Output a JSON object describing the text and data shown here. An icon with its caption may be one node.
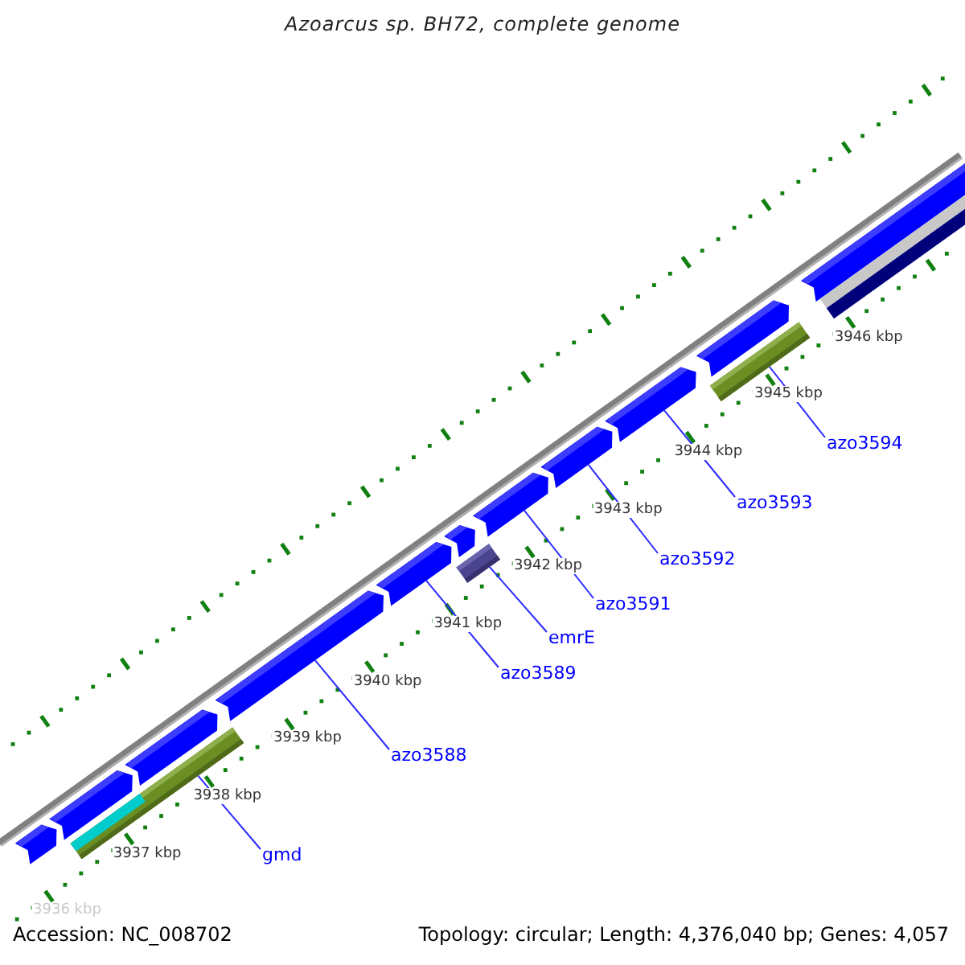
{
  "diagram": {
    "title": "Azoarcus sp. BH72, complete genome",
    "nodes": [
      {
        "text": [
          "gmd"
        ]
      },
      {
        "text": [
          "azo3588"
        ]
      },
      {
        "text": [
          "azo3589"
        ]
      },
      {
        "text": [
          "emrE"
        ]
      },
      {
        "text": [
          "azo3591"
        ]
      },
      {
        "text": [
          "azo3592"
        ]
      },
      {
        "text": [
          "azo3593"
        ]
      },
      {
        "text": [
          "azo3594"
        ]
      },
      {
        "text": [],
        "shape": "bar"
      },
      {
        "text": [],
        "shape": "bar"
      },
      {
        "text": [],
        "shape": "bar"
      },
      {
        "text": [],
        "shape": "bar"
      },
      {
        "text": [],
        "shape": "bar"
      },
      {
        "text": [],
        "shape": "bar"
      },
      {
        "text": [],
        "shape": "bar"
      },
      {
        "text": [],
        "shape": "bar"
      },
      {
        "text": [],
        "shape": "bar"
      },
      {
        "text": [],
        "shape": "bar"
      },
      {
        "text": [],
        "shape": "bar"
      },
      {
        "text": [],
        "shape": "bar"
      },
      {
        "text": [],
        "shape": "bar"
      },
      {
        "text": [],
        "shape": "bar"
      },
      {
        "text": [],
        "shape": "bar"
      }
    ],
    "edges": [
      {
        "from": 0,
        "to": 10,
        "arrow": "none"
      },
      {
        "from": 1,
        "to": 12,
        "arrow": "none"
      },
      {
        "from": 2,
        "to": 13,
        "arrow": "none"
      },
      {
        "from": 3,
        "to": 14,
        "arrow": "none"
      },
      {
        "from": 4,
        "to": 16,
        "arrow": "none"
      },
      {
        "from": 5,
        "to": 17,
        "arrow": "none"
      },
      {
        "from": 6,
        "to": 18,
        "arrow": "none"
      },
      {
        "from": 7,
        "to": 19,
        "arrow": "none"
      }
    ],
    "labels": [
      "3946 kbp",
      "3945 kbp",
      "3944 kbp",
      "3943 kbp",
      "3942 kbp",
      "3941 kbp",
      "3940 kbp",
      "3939 kbp",
      "3938 kbp",
      "3937 kbp",
      "3936 kbp",
      "Accession: NC_008702",
      "Topology: circular; Length: 4,376,040 bp; Genes: 4,057"
    ]
  }
}
